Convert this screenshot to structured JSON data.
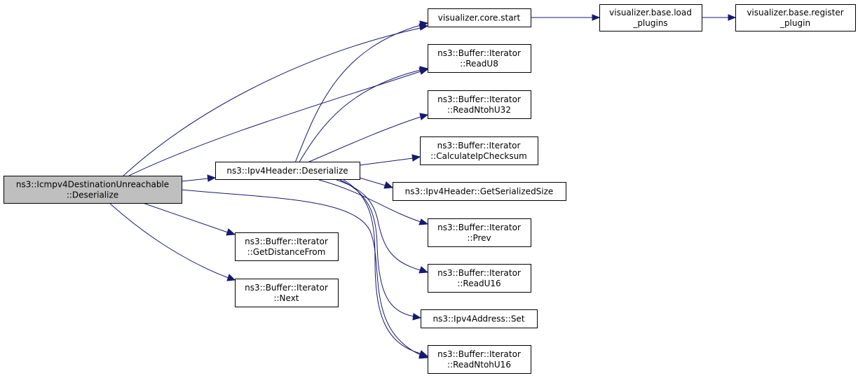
{
  "graph": {
    "colors": {
      "edge": "#191970",
      "root_fill": "#bfbfbf",
      "node_fill": "#ffffff",
      "border": "#000000"
    },
    "nodes": {
      "root": [
        "ns3::Icmpv4DestinationUnreachable",
        "::Deserialize"
      ],
      "ipv4_deserialize": [
        "ns3::Ipv4Header::Deserialize"
      ],
      "viz_start": [
        "visualizer.core.start"
      ],
      "viz_load": [
        "visualizer.base.load",
        "_plugins"
      ],
      "viz_register": [
        "visualizer.base.register",
        "_plugin"
      ],
      "read_u8": [
        "ns3::Buffer::Iterator",
        "::ReadU8"
      ],
      "read_ntoh_u32": [
        "ns3::Buffer::Iterator",
        "::ReadNtohU32"
      ],
      "calc_checksum": [
        "ns3::Buffer::Iterator",
        "::CalculateIpChecksum"
      ],
      "get_serialized_size": [
        "ns3::Ipv4Header::GetSerializedSize"
      ],
      "prev": [
        "ns3::Buffer::Iterator",
        "::Prev"
      ],
      "read_u16": [
        "ns3::Buffer::Iterator",
        "::ReadU16"
      ],
      "ipv4addr_set": [
        "ns3::Ipv4Address::Set"
      ],
      "read_ntoh_u16": [
        "ns3::Buffer::Iterator",
        "::ReadNtohU16"
      ],
      "get_distance_from": [
        "ns3::Buffer::Iterator",
        "::GetDistanceFrom"
      ],
      "next": [
        "ns3::Buffer::Iterator",
        "::Next"
      ]
    }
  }
}
